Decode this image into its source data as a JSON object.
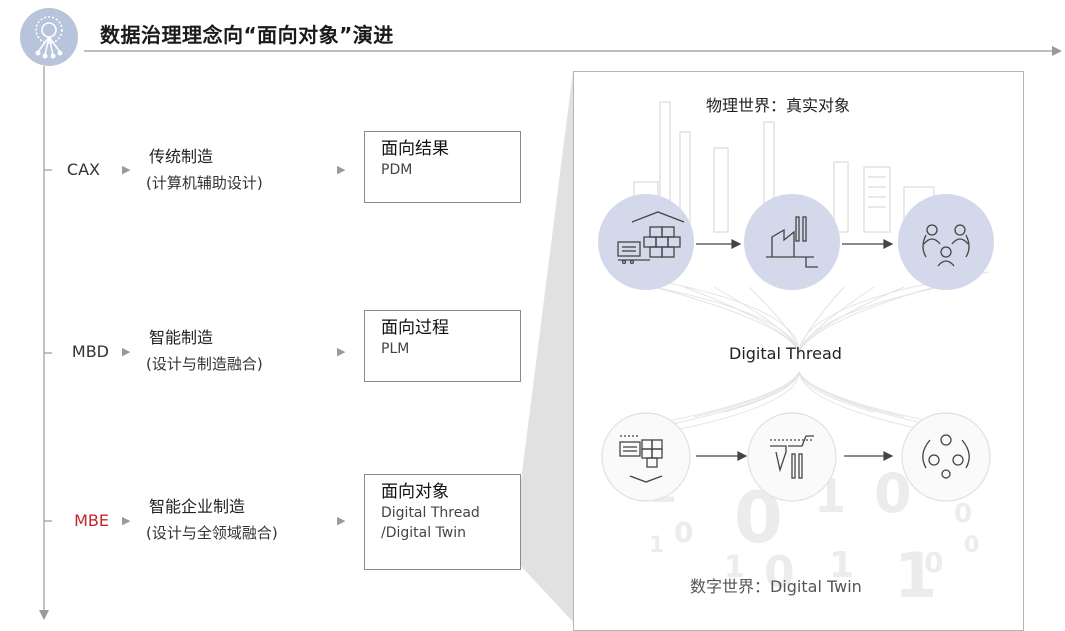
{
  "title": "数据治理理念向“面向对象”演进",
  "stages": [
    {
      "code": "CAX",
      "name": "传统制造",
      "sub": "(计算机辅助设计)",
      "result_title": "面向结果",
      "result_lines": [
        "PDM"
      ]
    },
    {
      "code": "MBD",
      "name": "智能制造",
      "sub": "(设计与制造融合)",
      "result_title": "面向过程",
      "result_lines": [
        "PLM"
      ]
    },
    {
      "code": "MBE",
      "name": "智能企业制造",
      "sub": "(设计与全领域融合)",
      "result_title": "面向对象",
      "result_lines": [
        "Digital Thread",
        "/Digital Twin"
      ]
    }
  ],
  "panel": {
    "physical_label": "物理世界：真实对象",
    "thread_label": "Digital Thread",
    "digital_label": "数字世界：Digital Twin",
    "physical_icons": [
      "warehouse-icon",
      "factory-icon",
      "people-group-icon"
    ],
    "digital_icons": [
      "digital-warehouse-icon",
      "digital-factory-icon",
      "digital-people-icon"
    ]
  },
  "colors": {
    "accent_red": "#c0282d",
    "circle_fill": "#d3d9ea",
    "logo_fill": "#b8c4dc",
    "icon_stroke": "#444444"
  }
}
